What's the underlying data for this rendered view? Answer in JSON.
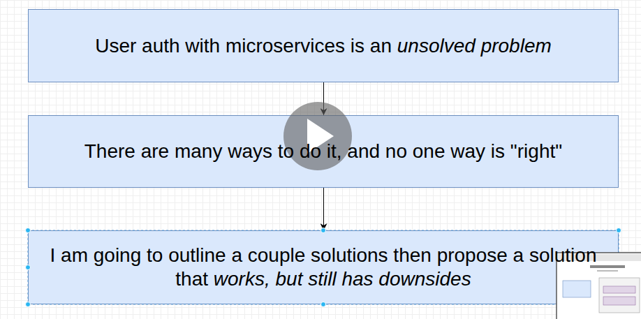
{
  "diagram": {
    "nodes": [
      {
        "text": [
          "User auth with microservices is an unsolved problem"
        ]
      },
      {
        "text": [
          "There are many ways to do it, and no one way is \"right\""
        ]
      },
      {
        "text": [
          "I am going to outline a couple solutions then propose a solution that works, but still has downsides"
        ]
      }
    ],
    "edges": [
      {
        "from": 0,
        "to": 1,
        "arrow": "to"
      },
      {
        "from": 1,
        "to": 2,
        "arrow": "to"
      }
    ]
  }
}
